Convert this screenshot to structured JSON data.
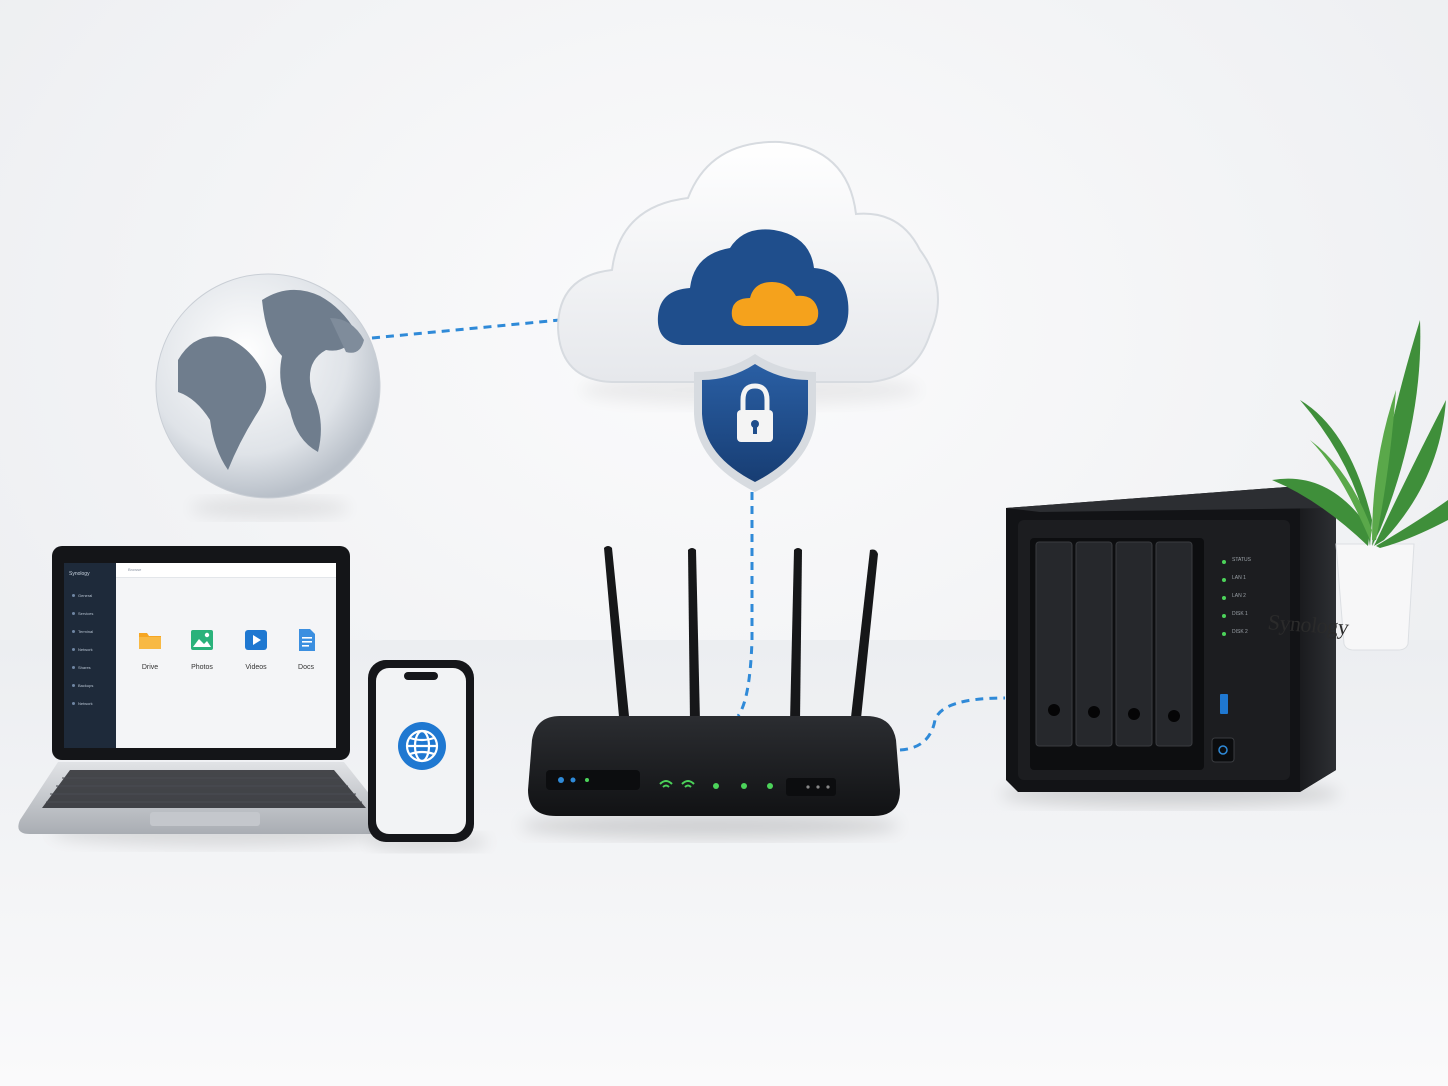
{
  "laptop": {
    "sidebar_title": "Synology",
    "top_title": "Browse",
    "sidebar_items": [
      "General",
      "Services",
      "Terminal",
      "Network",
      "Shares",
      "Backups",
      "Network"
    ],
    "apps": [
      {
        "label": "Drive",
        "icon": "folder-icon",
        "color": "#f6a623"
      },
      {
        "label": "Photos",
        "icon": "photo-icon",
        "color": "#2ab27b"
      },
      {
        "label": "Videos",
        "icon": "play-icon",
        "color": "#1f78d1"
      },
      {
        "label": "Docs",
        "icon": "document-icon",
        "color": "#3b8fe0"
      }
    ]
  },
  "nas": {
    "brand": "Synology",
    "status_lights": [
      "STATUS",
      "LAN 1",
      "LAN 2",
      "DISK 1",
      "DISK 2"
    ]
  },
  "colors": {
    "cloud_blue": "#1f4e8c",
    "cloud_orange": "#f5a21c",
    "link_blue": "#2f8ad8",
    "router_led": "#4cd35a",
    "plant_green": "#3f8f3a"
  }
}
